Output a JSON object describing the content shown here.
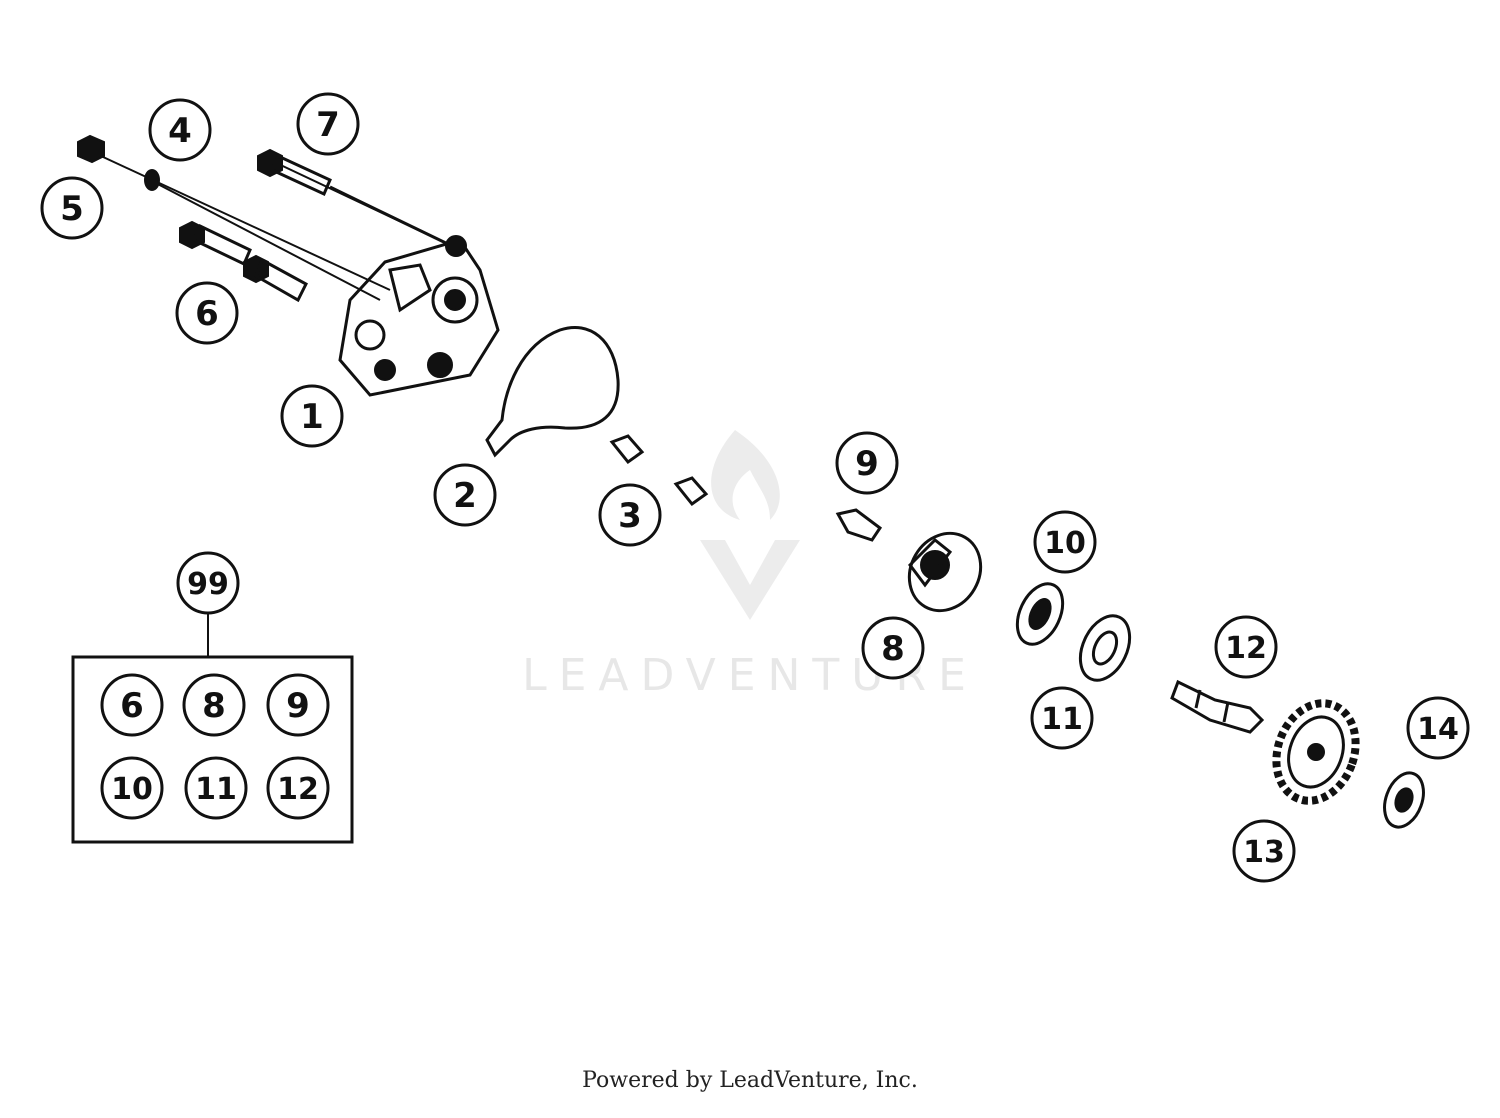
{
  "diagram": {
    "callouts": {
      "c1": "1",
      "c2": "2",
      "c3": "3",
      "c4": "4",
      "c5": "5",
      "c6": "6",
      "c7": "7",
      "c8": "8",
      "c9": "9",
      "c10": "10",
      "c11": "11",
      "c12": "12",
      "c13": "13",
      "c14": "14"
    },
    "kit": {
      "label": "99",
      "items": [
        "6",
        "8",
        "9",
        "10",
        "11",
        "12"
      ]
    }
  },
  "watermark": {
    "brand": "LEADVENTURE"
  },
  "footer": {
    "text": "Powered by LeadVenture, Inc."
  }
}
